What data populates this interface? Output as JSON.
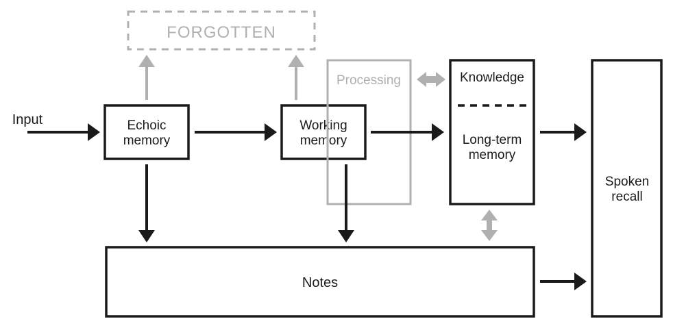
{
  "colors": {
    "stroke": "#1a1a1a",
    "muted": "#b0b0b0",
    "background": "#ffffff"
  },
  "labels": {
    "input": "Input",
    "echoic_memory": [
      "Echoic",
      "memory"
    ],
    "working_memory": [
      "Working",
      "memory"
    ],
    "processing": "Processing",
    "knowledge": "Knowledge",
    "long_term_memory": [
      "Long-term",
      "memory"
    ],
    "notes": "Notes",
    "spoken_recall": [
      "Spoken",
      "recall"
    ],
    "forgotten": "FORGOTTEN"
  },
  "flows": [
    {
      "from": "input",
      "to": "echoic_memory",
      "style": "solid"
    },
    {
      "from": "echoic_memory",
      "to": "working_memory",
      "style": "solid"
    },
    {
      "from": "working_memory",
      "to": "long_term_memory",
      "style": "solid"
    },
    {
      "from": "long_term_memory",
      "to": "spoken_recall",
      "style": "solid"
    },
    {
      "from": "notes",
      "to": "spoken_recall",
      "style": "solid"
    },
    {
      "from": "echoic_memory",
      "to": "notes",
      "style": "solid"
    },
    {
      "from": "working_memory",
      "to": "notes",
      "style": "solid"
    },
    {
      "from": "echoic_memory",
      "to": "forgotten",
      "style": "muted"
    },
    {
      "from": "working_memory",
      "to": "forgotten",
      "style": "muted"
    },
    {
      "from": "processing",
      "to": "knowledge",
      "style": "muted-bidirectional"
    },
    {
      "from": "long_term_memory",
      "to": "notes",
      "style": "muted-bidirectional"
    }
  ]
}
